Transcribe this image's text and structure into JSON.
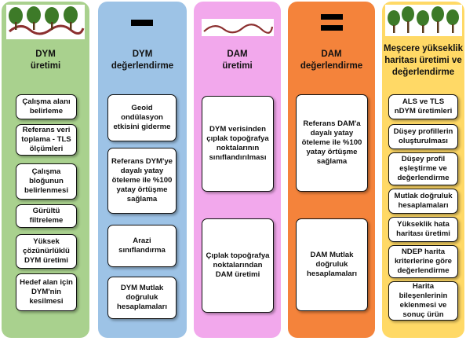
{
  "colors": {
    "dym_uretimi": "#a9d18e",
    "dym_degerlendirme": "#9dc3e6",
    "dam_uretimi": "#f2a8ec",
    "dam_degerlendirme": "#f4833b",
    "mescere": "#ffd966",
    "tree_crown": "#3d7a28",
    "terrain_line": "#8b2f2f"
  },
  "operators": {
    "minus_icon": "minus-sign",
    "equals_icon": "equals-sign",
    "tree_icon": "tree-row-icon",
    "terrain_icon": "terrain-wave-icon"
  },
  "columns": [
    {
      "title": "DYM\nüretimi",
      "steps": [
        "Çalışma alanı belirleme",
        "Referans veri toplama - TLS ölçümleri",
        "Çalışma bloğunun belirlenmesi",
        "Gürültü filtreleme",
        "Yüksek çözünürlüklü DYM üretimi",
        "Hedef alan için DYM'nin kesilmesi"
      ]
    },
    {
      "title": "DYM\ndeğerlendirme",
      "steps": [
        "Geoid ondülasyon etkisini giderme",
        "Referans DYM'ye dayalı yatay öteleme ile %100 yatay örtüşme sağlama",
        "Arazi sınıflandırma",
        "DYM Mutlak doğruluk hesaplamaları"
      ]
    },
    {
      "title": "DAM\nüretimi",
      "steps": [
        "DYM verisinden çıplak topoğrafya noktalarının sınıflandırılması",
        "Çıplak topoğrafya noktalarından DAM üretimi"
      ]
    },
    {
      "title": "DAM\ndeğerlendirme",
      "steps": [
        "Referans DAM'a dayalı yatay öteleme ile %100 yatay örtüşme sağlama",
        "DAM Mutlak doğruluk hesaplamaları"
      ]
    },
    {
      "title": "Meşcere yükseklik\nharitası üretimi ve\ndeğerlendirme",
      "steps": [
        "ALS ve TLS nDYM üretimleri",
        "Düşey profillerin oluşturulması",
        "Düşey profil eşleştirme ve değerlendirme",
        "Mutlak doğruluk hesaplamaları",
        "Yükseklik hata haritası üretimi",
        "NDEP harita kriterlerine göre değerlendirme",
        "Harita bileşenlerinin eklenmesi ve sonuç ürün"
      ]
    }
  ]
}
